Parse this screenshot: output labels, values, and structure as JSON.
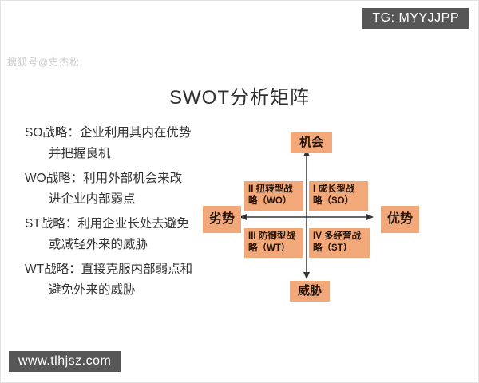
{
  "page": {
    "tg_badge": "TG: MYYJJPP",
    "watermark": "搜狐号@史杰松",
    "site_badge": "www.tlhjsz.com",
    "title": "SWOT分析矩阵"
  },
  "strategies": [
    {
      "line1": "SO战略：企业利用其内在优势",
      "line2": "并把握良机"
    },
    {
      "line1": "WO战略：利用外部机会来改",
      "line2": "进企业内部弱点"
    },
    {
      "line1": "ST战略：利用企业长处去避免",
      "line2": "或减轻外来的威胁"
    },
    {
      "line1": "WT战略：直接克服内部弱点和",
      "line2": "避免外来的威胁"
    }
  ],
  "matrix": {
    "axis_top": "机会",
    "axis_bottom": "威胁",
    "axis_left": "劣势",
    "axis_right": "优势",
    "quadrants": [
      {
        "id": "II",
        "text": "II 扭转型战\n略（WO）"
      },
      {
        "id": "I",
        "text": "I 成长型战\n略（SO）"
      },
      {
        "id": "III",
        "text": "III 防御型战\n略（WT）"
      },
      {
        "id": "IV",
        "text": "IV 多经营战\n略（ST）"
      }
    ]
  },
  "colors": {
    "box_orange": "#F2A878",
    "badge_grey": "#575757",
    "axis_line": "#333333",
    "body_text": "#333333",
    "watermark_grey": "#cbcbcb"
  }
}
